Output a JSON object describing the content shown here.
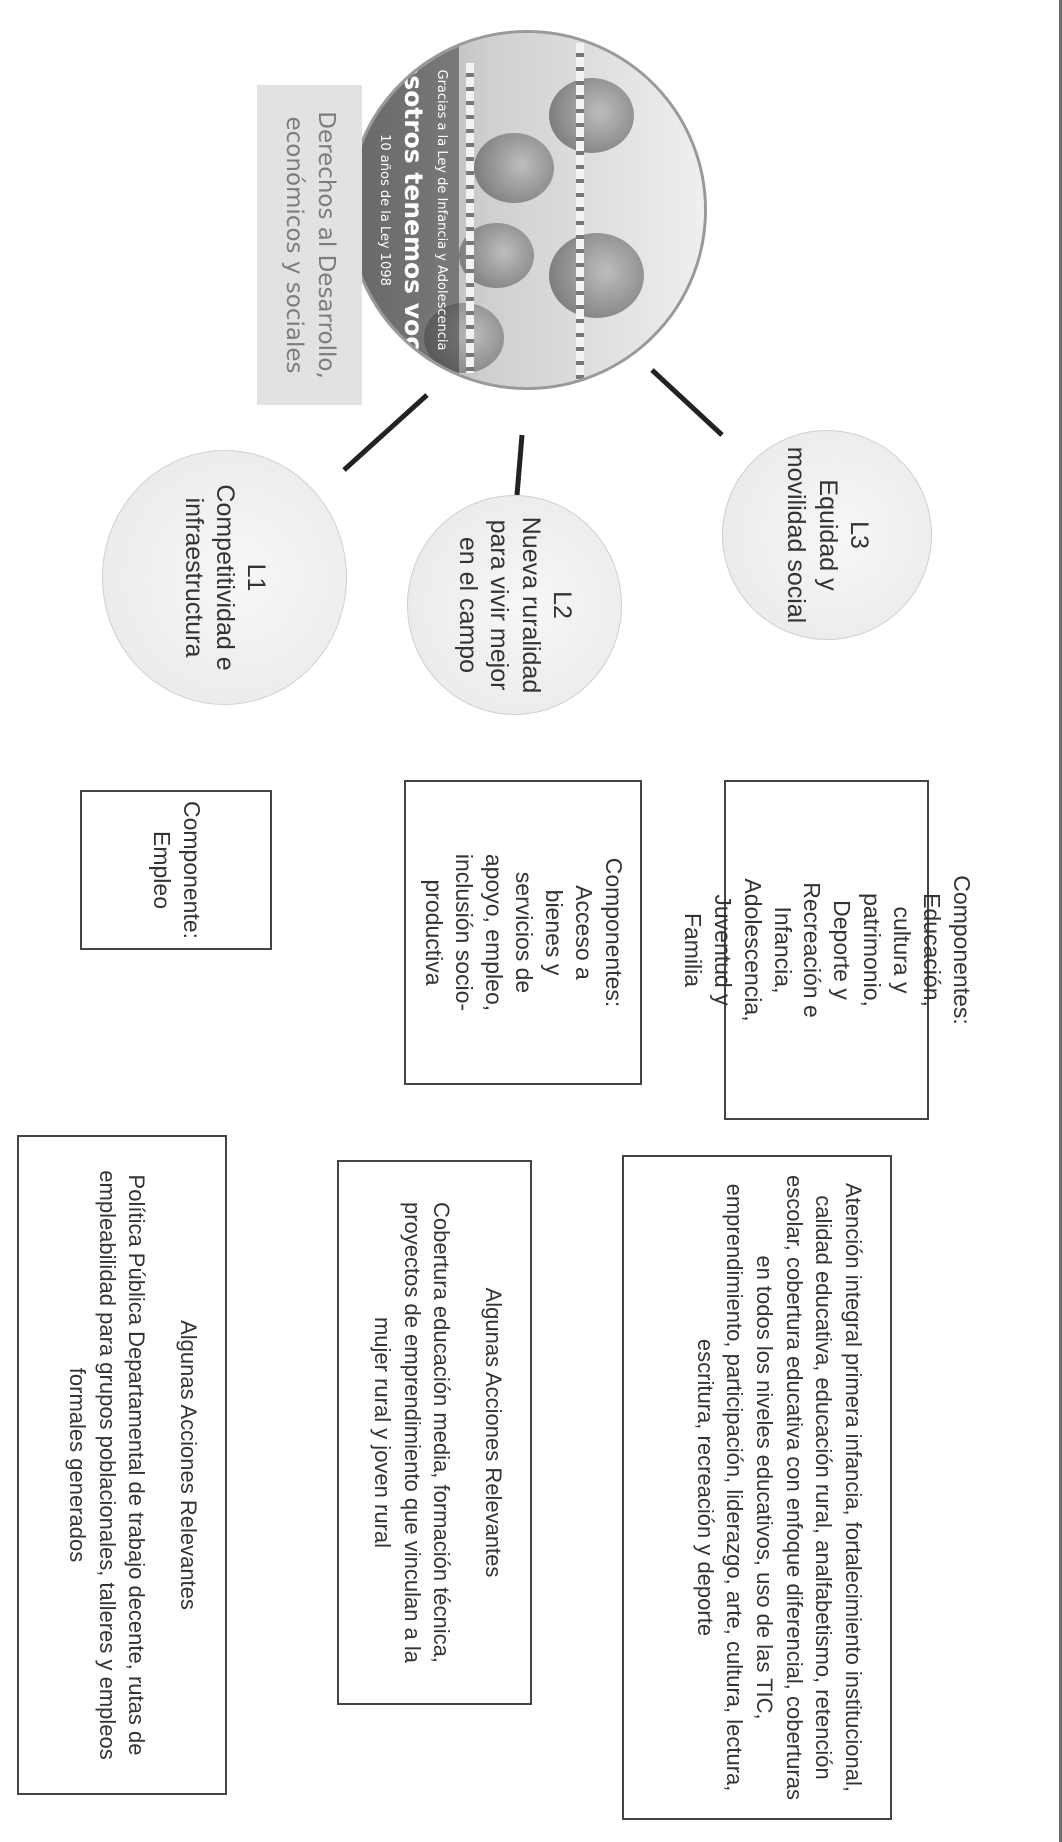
{
  "photo": {
    "caption_small": "Gracias a la Ley de Infancia y Adolescencia",
    "caption_big": "Nosotros tenemos voces",
    "caption_sub": "10 años de la Ley 1098"
  },
  "root": {
    "line1": "Derechos al Desarrollo,",
    "line2": "económicos y sociales"
  },
  "lines": [
    {
      "code": "L3",
      "name_lines": [
        "Equidad y",
        "movilidad social"
      ],
      "components_lines": [
        "Componentes:",
        "Educación,",
        "cultura y",
        "patrimonio,",
        "Deporte y",
        "Recreación e",
        "Infancia,",
        "Adolescencia,",
        "Juventud y",
        "Familia"
      ],
      "actions_heading": "",
      "actions_text": "Atención integral primera infancia, fortalecimiento institucional, calidad educativa, educación rural, analfabetismo, retención escolar, cobertura educativa con enfoque diferencial, coberturas en todos los niveles educativos, uso de las TIC, emprendimiento, participación, liderazgo, arte, cultura, lectura, escritura, recreación y deporte"
    },
    {
      "code": "L2",
      "name_lines": [
        "Nueva ruralidad",
        "para vivir mejor",
        "en el campo"
      ],
      "components_lines": [
        "Componentes:",
        "Acceso a",
        "bienes y",
        "servicios de",
        "apoyo, empleo,",
        "inclusión socio-",
        "productiva"
      ],
      "actions_heading": "Algunas Acciones Relevantes",
      "actions_text": "Cobertura educación media, formación técnica, proyectos de emprendimiento que vinculan a la mujer rural y joven rural"
    },
    {
      "code": "L1",
      "name_lines": [
        "Competitividad e",
        "infraestructura"
      ],
      "components_lines": [
        "Componente:",
        "Empleo"
      ],
      "actions_heading": "Algunas Acciones Relevantes",
      "actions_text": "Política Pública Departamental de trabajo decente, rutas de empleabilidad para grupos poblacionales, talleres y empleos formales generados"
    }
  ]
}
